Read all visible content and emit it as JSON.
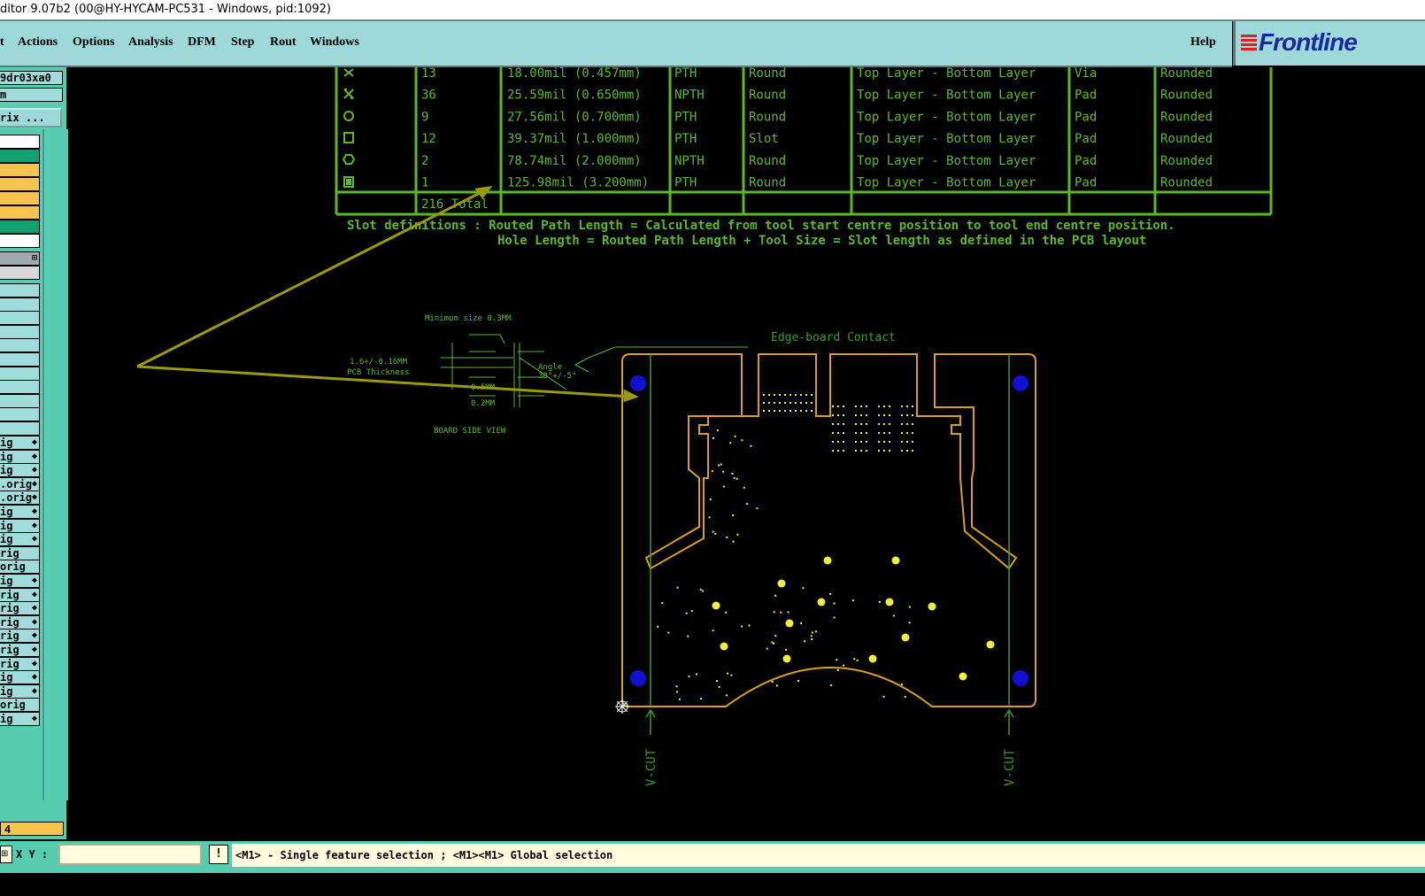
{
  "window": {
    "title": "ditor 9.07b2 (00@HY-HYCAM-PC531 - Windows, pid:1092)"
  },
  "menu": {
    "items": [
      "t",
      "Actions",
      "Options",
      "Analysis",
      "DFM",
      "Step",
      "Rout",
      "Windows"
    ],
    "help": "Help",
    "logo": "Frontline"
  },
  "sidebar": {
    "job_name": "9dr03xa0",
    "step_name": "m",
    "matrix_button": "rix ...",
    "layers": [
      "ig",
      "ig",
      "ig",
      ".orig",
      ".orig",
      "ig",
      "ig",
      "ig",
      "rig",
      "orig",
      "ig",
      "rig",
      "rig",
      "rig",
      "rig",
      "rig",
      "rig",
      "ig",
      "ig",
      "orig",
      "ig"
    ],
    "layer_count": "4"
  },
  "drill_table": {
    "rows": [
      {
        "count": "13",
        "size": "18.00mil (0.457mm)",
        "plating": "PTH",
        "shape": "Round",
        "layers": "Top Layer - Bottom Layer",
        "via_pad": "Via",
        "finish": "Rounded"
      },
      {
        "count": "36",
        "size": "25.59mil (0.650mm)",
        "plating": "NPTH",
        "shape": "Round",
        "layers": "Top Layer - Bottom Layer",
        "via_pad": "Pad",
        "finish": "Rounded"
      },
      {
        "count": "9",
        "size": "27.56mil (0.700mm)",
        "plating": "PTH",
        "shape": "Round",
        "layers": "Top Layer - Bottom Layer",
        "via_pad": "Pad",
        "finish": "Rounded"
      },
      {
        "count": "12",
        "size": "39.37mil (1.000mm)",
        "plating": "PTH",
        "shape": "Slot",
        "layers": "Top Layer - Bottom Layer",
        "via_pad": "Pad",
        "finish": "Rounded"
      },
      {
        "count": "2",
        "size": "78.74mil (2.000mm)",
        "plating": "NPTH",
        "shape": "Round",
        "layers": "Top Layer - Bottom Layer",
        "via_pad": "Pad",
        "finish": "Rounded"
      },
      {
        "count": "1",
        "size": "125.98mil (3.200mm)",
        "plating": "PTH",
        "shape": "Round",
        "layers": "Top Layer - Bottom Layer",
        "via_pad": "Pad",
        "finish": "Rounded"
      }
    ],
    "total": "216 Total",
    "slot_note_1": "Slot definitions : Routed Path Length = Calculated from tool start centre position to tool end centre position.",
    "slot_note_2": "Hole Length  = Routed Path Length + Tool Size = Slot length as defined in the PCB layout"
  },
  "side_view": {
    "min_size": "Minimum size 0.3MM",
    "thickness_1": "1.6+/-0.16MM",
    "thickness_2": "PCB Thickness",
    "angle_1": "Angle",
    "angle_2": "30°+/-5°",
    "dim_1": "0.5MM",
    "dim_2": "0.2MM",
    "caption": "BOARD SIDE VIEW"
  },
  "board": {
    "edge_label": "Edge-board Contact",
    "vcut_left": "V-CUT",
    "vcut_right": "V-CUT"
  },
  "status": {
    "xy_label": "X Y :",
    "xy_value": "",
    "warn": "!",
    "message": "<M1> - Single feature selection ; <M1><M1> Global selection"
  },
  "colors": {
    "drawing_green": "#5cb82a",
    "board_outline": "#d8a020",
    "via_blue": "#1010d0",
    "pad_yellow": "#f0f040",
    "annotation_olive": "#9a9a10"
  }
}
